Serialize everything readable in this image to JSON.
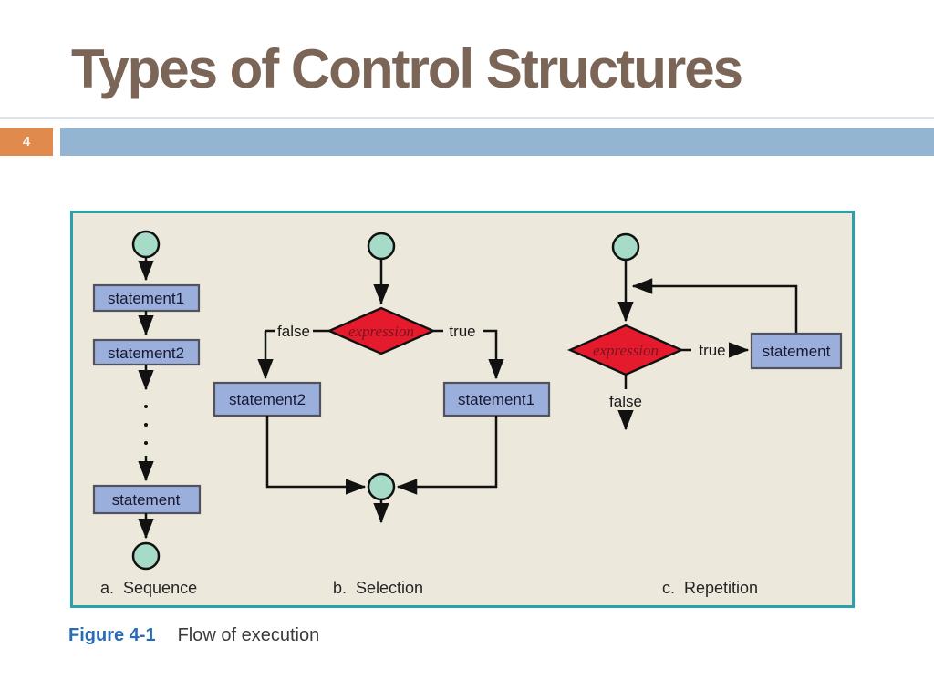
{
  "slide": {
    "title": "Types of Control Structures",
    "page_number": "4"
  },
  "caption": {
    "label": "Figure 4-1",
    "text": "Flow of execution"
  },
  "figure": {
    "sequence": {
      "label": "a.  Sequence",
      "box1": "statement1",
      "box2": "statement2",
      "box3": "statement"
    },
    "selection": {
      "label": "b.  Selection",
      "condition": "expression",
      "false_label": "false",
      "true_label": "true",
      "false_box": "statement2",
      "true_box": "statement1"
    },
    "repetition": {
      "label": "c.  Repetition",
      "condition": "expression",
      "true_label": "true",
      "false_label": "false",
      "box": "statement"
    },
    "colors": {
      "title_brown": "#7a6557",
      "badge_orange": "#e08a4e",
      "accent_bar_blue": "#94b5d2",
      "figure_border_teal": "#2c9fad",
      "figure_background": "#ece8db",
      "box_fill": "#9bafdc",
      "box_border": "#52525e",
      "terminal_fill": "#a6dcc7",
      "diamond_fill": "#e51b2d",
      "diamond_text": "#7a1420",
      "caption_blue": "#2a6cb4"
    }
  }
}
